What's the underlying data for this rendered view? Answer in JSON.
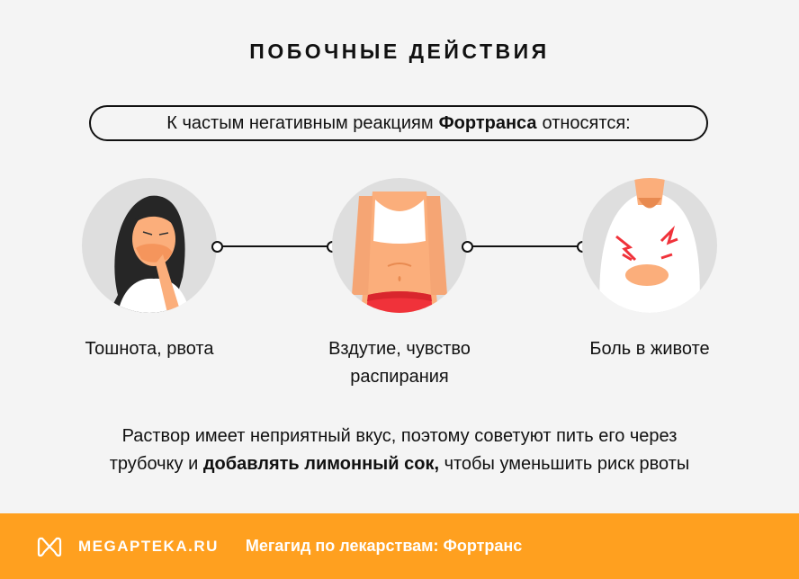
{
  "header": {
    "title": "ПОБОЧНЫЕ ДЕЙСТВИЯ"
  },
  "intro": {
    "prefix": "К частым негативным реакциям",
    "drug": "Фортранса",
    "suffix": "относятся:"
  },
  "effects": [
    {
      "label": "Тошнота, рвота",
      "icon": "nausea-woman-illustration"
    },
    {
      "label_line1": "Вздутие, чувство",
      "label_line2": "распирания",
      "icon": "bloating-torso-illustration"
    },
    {
      "label": "Боль в животе",
      "icon": "stomach-pain-man-illustration"
    }
  ],
  "note": {
    "line1": "Раствор имеет неприятный вкус, поэтому советуют пить его через",
    "line2_prefix": "трубочку и",
    "line2_bold": "добавлять лимонный сок,",
    "line2_suffix": "чтобы уменьшить риск рвоты"
  },
  "footer": {
    "brand": "MEGAPTEKA.RU",
    "guide": "Мегагид по лекарствам: Фортранс",
    "bg_color": "#ffa01f"
  },
  "colors": {
    "background": "#f4f4f4",
    "circle": "#dedede",
    "skin": "#fbae7b",
    "accent_red": "#f0323a"
  }
}
